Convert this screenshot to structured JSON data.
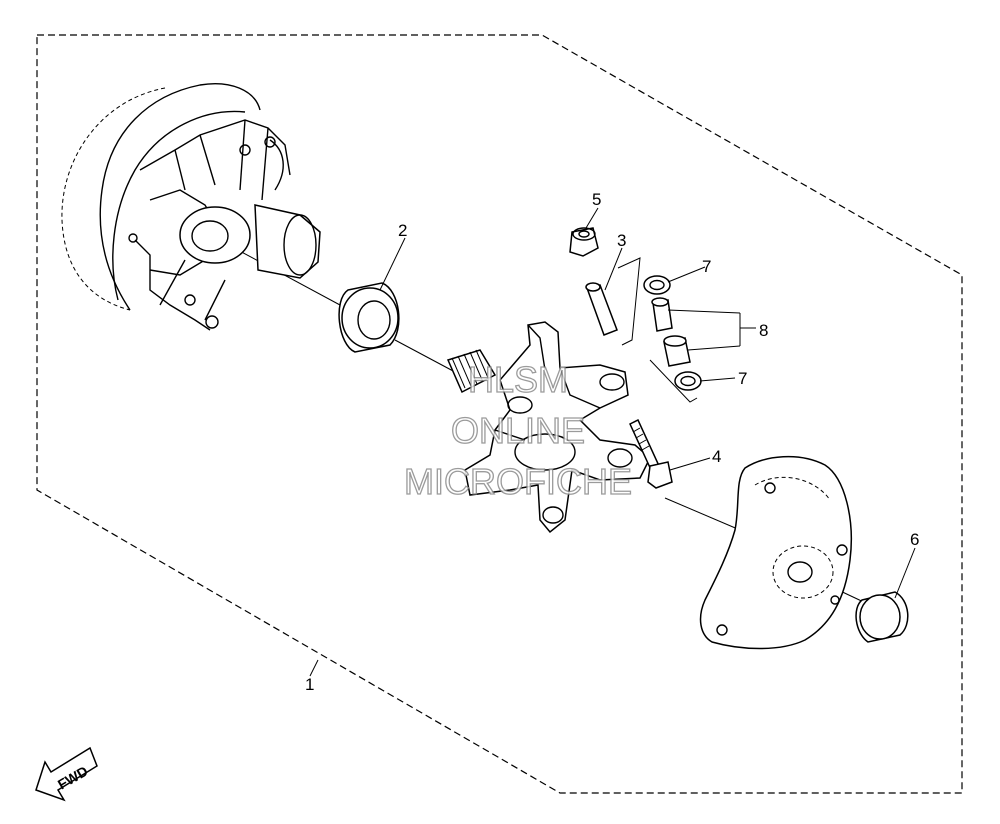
{
  "callouts": [
    {
      "id": "1",
      "label": "1"
    },
    {
      "id": "2",
      "label": "2"
    },
    {
      "id": "3",
      "label": "3"
    },
    {
      "id": "4",
      "label": "4"
    },
    {
      "id": "5",
      "label": "5"
    },
    {
      "id": "6",
      "label": "6"
    },
    {
      "id": "7a",
      "label": "7"
    },
    {
      "id": "7b",
      "label": "7"
    },
    {
      "id": "8",
      "label": "8"
    }
  ],
  "watermark": {
    "line1": "HLSM",
    "line2": "ONLINE",
    "line3": "MICROFICHE"
  },
  "fwd_arrow": {
    "label": "FWD",
    "icon": "fwd-arrow-icon"
  }
}
